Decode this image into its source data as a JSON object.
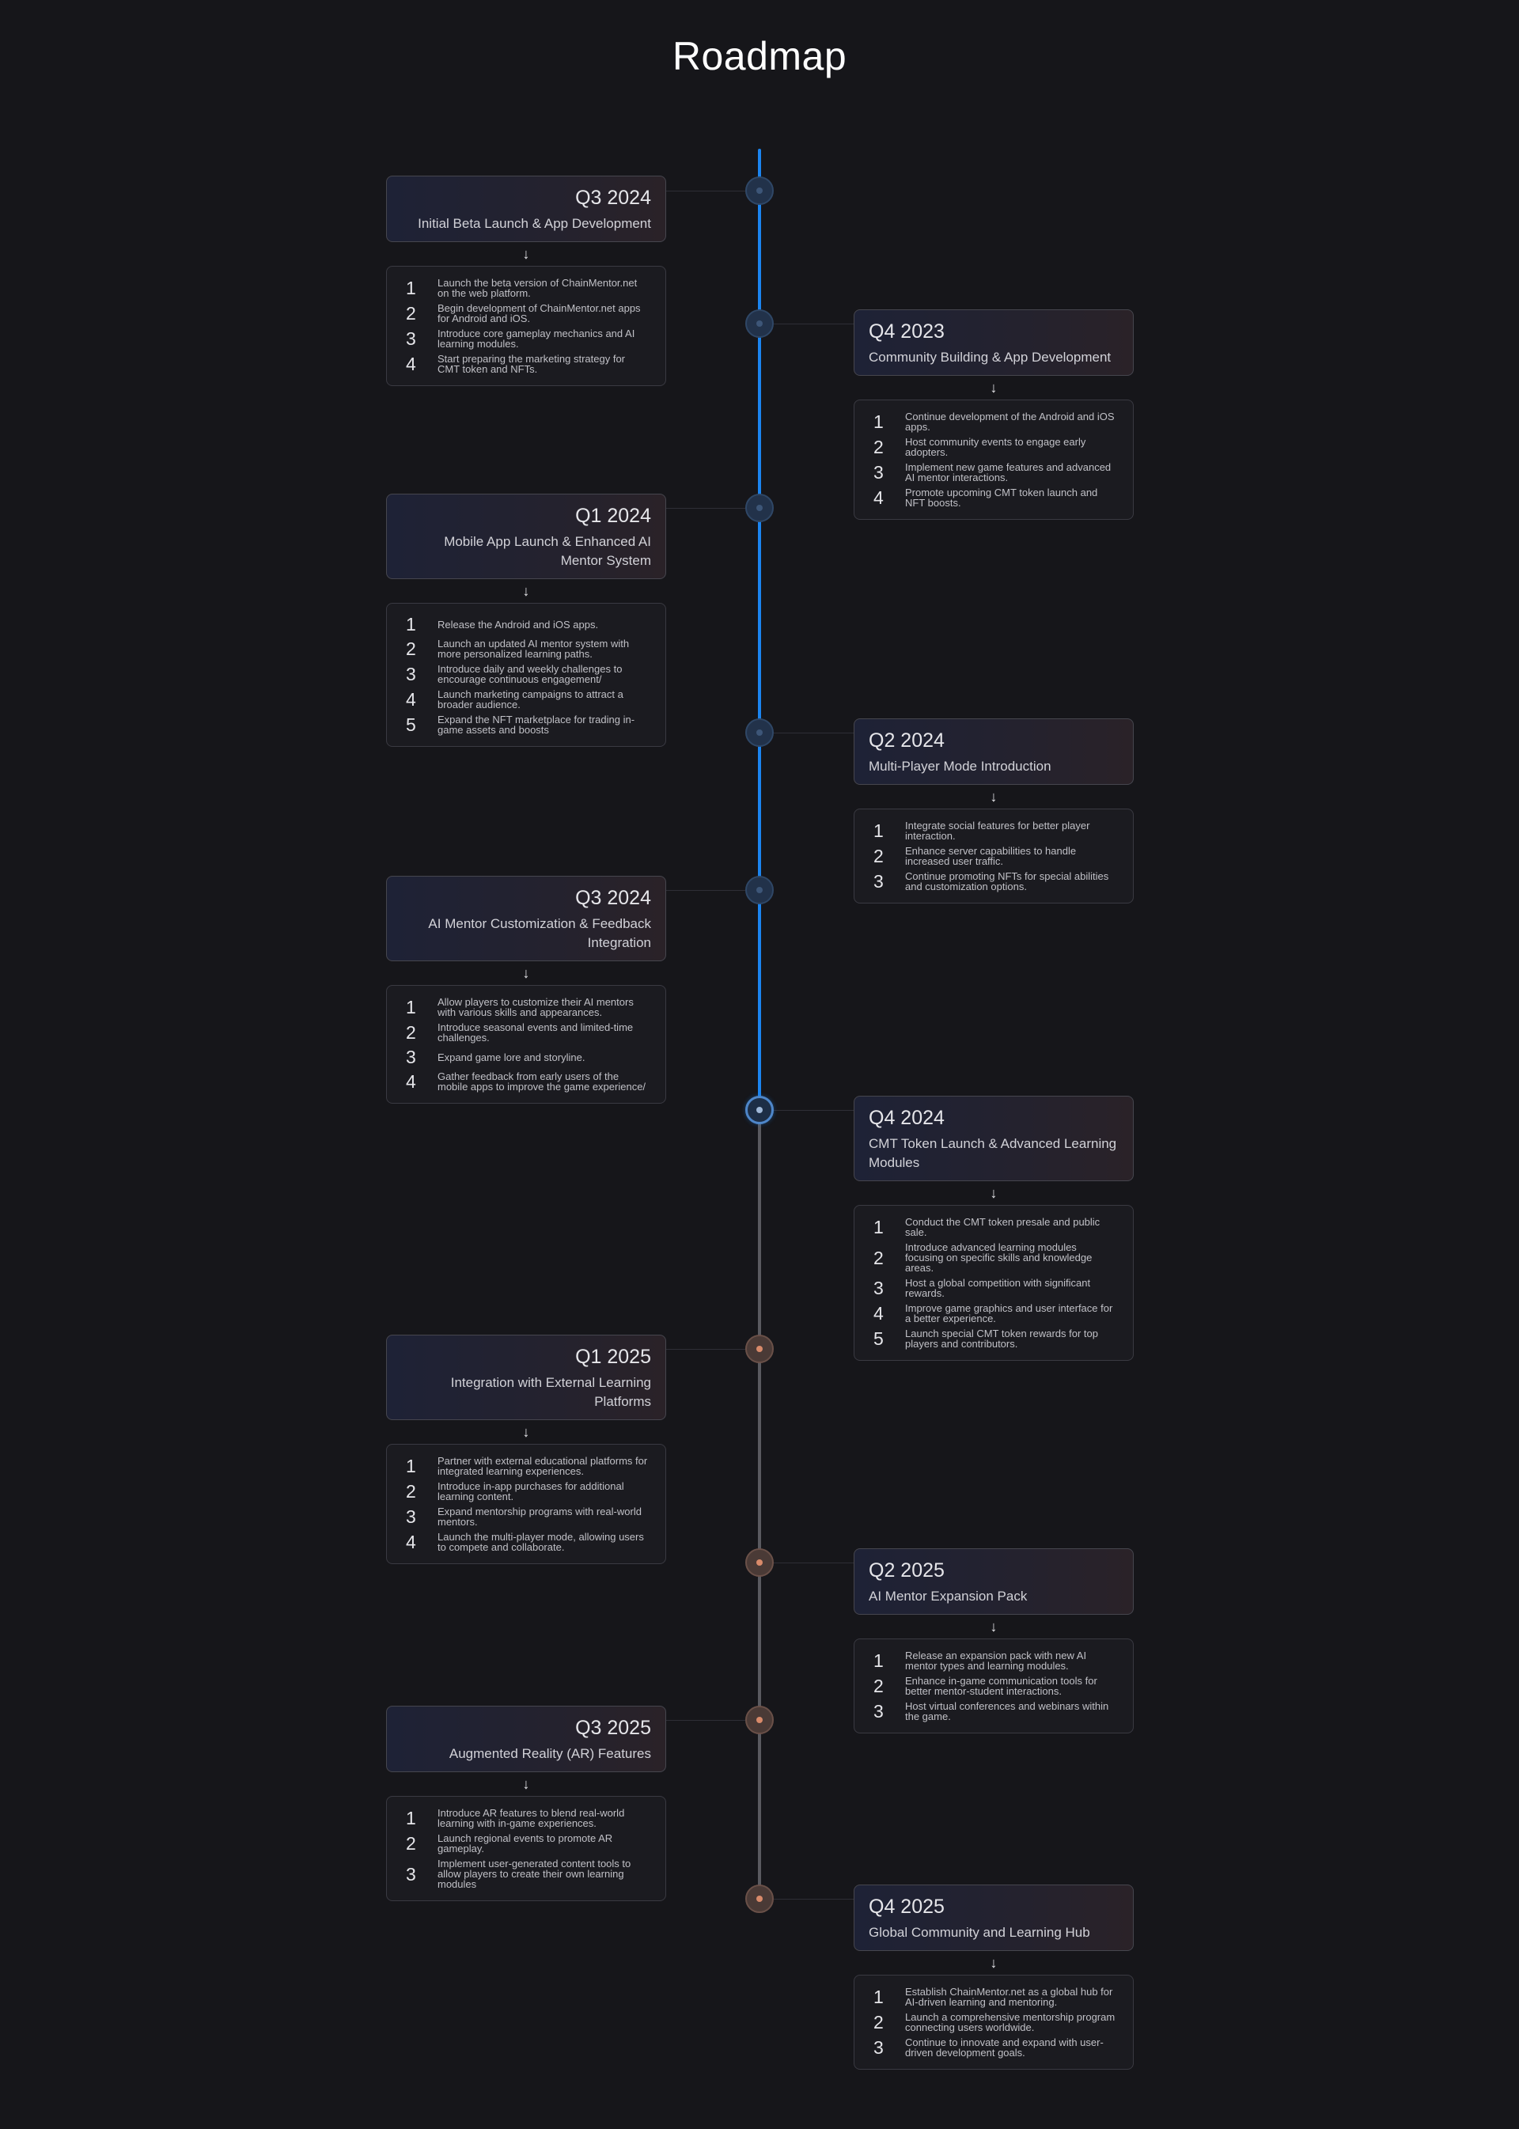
{
  "page": {
    "title": "Roadmap"
  },
  "arrow_glyph": "↓",
  "milestones": [
    {
      "side": "left",
      "state": "blue",
      "quarter": "Q3 2024",
      "phase": "Initial Beta Launch & App Development",
      "steps": [
        {
          "n": "1",
          "text": "Launch the beta version of ChainMentor.net on the web platform."
        },
        {
          "n": "2",
          "text": "Begin development of ChainMentor.net apps for Android and iOS."
        },
        {
          "n": "3",
          "text": "Introduce core gameplay mechanics and AI learning modules."
        },
        {
          "n": "4",
          "text": "Start preparing the marketing strategy for CMT token and NFTs."
        }
      ]
    },
    {
      "side": "right",
      "state": "blue",
      "quarter": "Q4 2023",
      "phase": "Community Building & App Development",
      "steps": [
        {
          "n": "1",
          "text": "Continue development of the Android and iOS apps."
        },
        {
          "n": "2",
          "text": "Host community events to engage early adopters."
        },
        {
          "n": "3",
          "text": "Implement new game features and advanced AI mentor interactions."
        },
        {
          "n": "4",
          "text": "Promote upcoming CMT token launch and NFT boosts."
        }
      ]
    },
    {
      "side": "left",
      "state": "blue",
      "quarter": "Q1 2024",
      "phase": "Mobile App Launch & Enhanced AI Mentor System",
      "steps": [
        {
          "n": "1",
          "text": "Release the Android and iOS apps."
        },
        {
          "n": "2",
          "text": "Launch an updated AI mentor system with more personalized learning paths."
        },
        {
          "n": "3",
          "text": "Introduce daily and weekly challenges to encourage continuous engagement/"
        },
        {
          "n": "4",
          "text": "Launch marketing campaigns to attract a broader audience."
        },
        {
          "n": "5",
          "text": "Expand the NFT marketplace for trading in-game assets and boosts"
        }
      ]
    },
    {
      "side": "right",
      "state": "blue",
      "quarter": "Q2 2024",
      "phase": "Multi-Player Mode Introduction",
      "steps": [
        {
          "n": "1",
          "text": "Integrate social features for better player interaction."
        },
        {
          "n": "2",
          "text": "Enhance server capabilities to handle increased user traffic."
        },
        {
          "n": "3",
          "text": "Continue promoting NFTs for special abilities and customization options."
        }
      ]
    },
    {
      "side": "left",
      "state": "blue",
      "quarter": "Q3 2024",
      "phase": "AI Mentor Customization & Feedback Integration",
      "steps": [
        {
          "n": "1",
          "text": "Allow players to customize their AI mentors with various skills and appearances."
        },
        {
          "n": "2",
          "text": "Introduce seasonal events and limited-time challenges."
        },
        {
          "n": "3",
          "text": "Expand game lore and storyline."
        },
        {
          "n": "4",
          "text": "Gather feedback from early users of the mobile apps to improve the game experience/"
        }
      ]
    },
    {
      "side": "right",
      "state": "active",
      "quarter": "Q4 2024",
      "phase": "CMT Token Launch & Advanced Learning Modules",
      "steps": [
        {
          "n": "1",
          "text": "Conduct the CMT token presale and public sale."
        },
        {
          "n": "2",
          "text": "Introduce advanced learning modules focusing on specific skills and knowledge areas."
        },
        {
          "n": "3",
          "text": "Host a global competition with significant rewards."
        },
        {
          "n": "4",
          "text": "Improve game graphics and user interface for a better experience."
        },
        {
          "n": "5",
          "text": "Launch special CMT token rewards for top players and contributors."
        }
      ]
    },
    {
      "side": "left",
      "state": "orange",
      "quarter": "Q1 2025",
      "phase": "Integration with External Learning Platforms",
      "steps": [
        {
          "n": "1",
          "text": "Partner with external educational platforms for integrated learning experiences."
        },
        {
          "n": "2",
          "text": "Introduce in-app purchases for additional learning content."
        },
        {
          "n": "3",
          "text": "Expand mentorship programs with real-world mentors."
        },
        {
          "n": "4",
          "text": "Launch the multi-player mode, allowing users to compete and collaborate."
        }
      ]
    },
    {
      "side": "right",
      "state": "orange",
      "quarter": "Q2 2025",
      "phase": "AI Mentor Expansion Pack",
      "steps": [
        {
          "n": "1",
          "text": "Release an expansion pack with new AI mentor types and learning modules."
        },
        {
          "n": "2",
          "text": "Enhance in-game communication tools for better mentor-student interactions."
        },
        {
          "n": "3",
          "text": "Host virtual conferences and webinars within the game."
        }
      ]
    },
    {
      "side": "left",
      "state": "orange",
      "quarter": "Q3 2025",
      "phase": "Augmented Reality (AR) Features",
      "steps": [
        {
          "n": "1",
          "text": "Introduce AR features to blend real-world learning with in-game experiences."
        },
        {
          "n": "2",
          "text": "Launch regional events to promote AR gameplay."
        },
        {
          "n": "3",
          "text": "Implement user-generated content tools to allow players to create their own learning  modules"
        }
      ]
    },
    {
      "side": "right",
      "state": "orange",
      "quarter": "Q4 2025",
      "phase": "Global Community and Learning Hub",
      "steps": [
        {
          "n": "1",
          "text": "Establish ChainMentor.net as a global hub for AI-driven learning and mentoring."
        },
        {
          "n": "2",
          "text": "Launch a comprehensive mentorship program connecting users worldwide."
        },
        {
          "n": "3",
          "text": "Continue to innovate and expand with user-driven development goals."
        }
      ]
    }
  ]
}
